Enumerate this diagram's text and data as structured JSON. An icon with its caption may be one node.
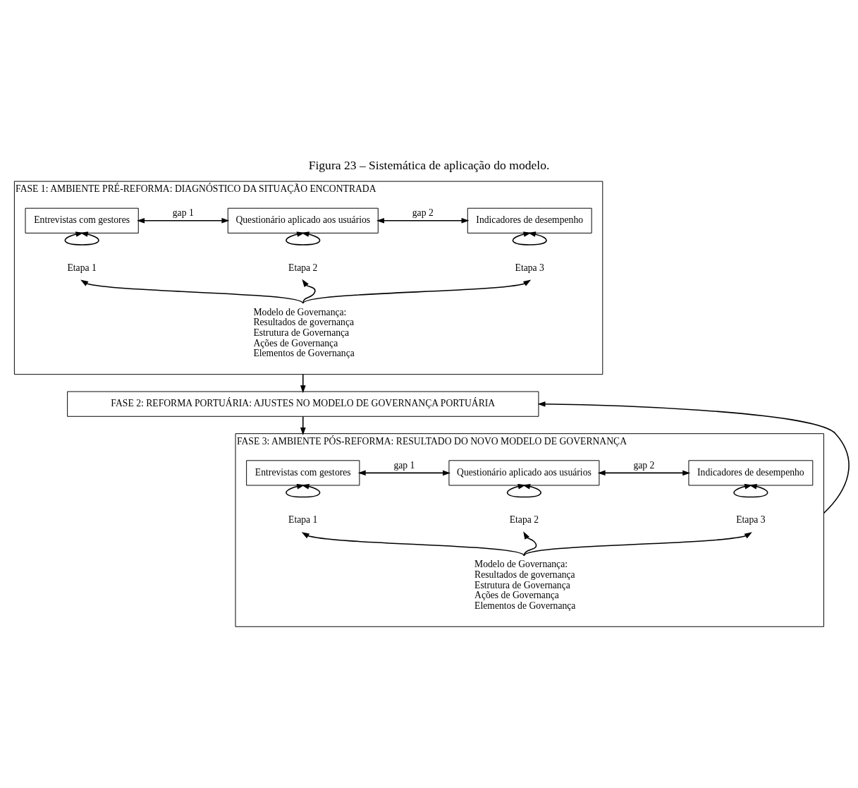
{
  "diagram": {
    "title": "Figura 23 – Sistemática de aplicação do modelo.",
    "nodes": [
      {
        "text": [
          "FASE 1: AMBIENTE PRÉ-REFORMA: DIAGNÓSTICO DA SITUAÇÃO ENCONTRADA"
        ]
      },
      {
        "text": [
          "Entrevistas com gestores"
        ],
        "in": 0
      },
      {
        "text": [
          "Questionário aplicado aos usuários"
        ],
        "in": 0
      },
      {
        "text": [
          "Indicadores de desempenho"
        ],
        "in": 0
      },
      {
        "text": [
          "Etapa 1"
        ],
        "in": 0
      },
      {
        "text": [
          "Etapa 2"
        ],
        "in": 0
      },
      {
        "text": [
          "Etapa 3"
        ],
        "in": 0
      },
      {
        "text": [
          "Modelo de Governança:",
          "Resultados de governança",
          "Estrutura de Governança",
          "Ações de Governança",
          "Elementos de Governança"
        ],
        "in": 0
      },
      {
        "text": [
          "FASE 2: REFORMA PORTUÁRIA: AJUSTES NO MODELO DE GOVERNANÇA PORTUÁRIA"
        ]
      },
      {
        "text": [
          "FASE 3: AMBIENTE PÓS-REFORMA: RESULTADO DO NOVO MODELO DE GOVERNANÇA"
        ]
      },
      {
        "text": [
          "Entrevistas com gestores"
        ],
        "in": 9
      },
      {
        "text": [
          "Questionário aplicado aos usuários"
        ],
        "in": 9
      },
      {
        "text": [
          "Indicadores de desempenho"
        ],
        "in": 9
      },
      {
        "text": [
          "Etapa 1"
        ],
        "in": 9
      },
      {
        "text": [
          "Etapa 2"
        ],
        "in": 9
      },
      {
        "text": [
          "Etapa 3"
        ],
        "in": 9
      },
      {
        "text": [
          "Modelo de Governança:",
          "Resultados de governança",
          "Estrutura de Governança",
          "Ações de Governança",
          "Elementos de Governança"
        ],
        "in": 9
      }
    ],
    "edges": [
      {
        "from": 1,
        "to": 2,
        "arrow": "both",
        "label": "gap 1"
      },
      {
        "from": 2,
        "to": 3,
        "arrow": "both",
        "label": "gap 2"
      },
      {
        "from": 1,
        "to": 1,
        "arrow": "both"
      },
      {
        "from": 2,
        "to": 2,
        "arrow": "both"
      },
      {
        "from": 3,
        "to": 3,
        "arrow": "both"
      },
      {
        "from": 7,
        "to": 4,
        "arrow": "to"
      },
      {
        "from": 7,
        "to": 5,
        "arrow": "to"
      },
      {
        "from": 7,
        "to": 6,
        "arrow": "to"
      },
      {
        "from": 0,
        "to": 8,
        "arrow": "to"
      },
      {
        "from": 8,
        "to": 9,
        "arrow": "to"
      },
      {
        "from": 10,
        "to": 11,
        "arrow": "both",
        "label": "gap 1"
      },
      {
        "from": 11,
        "to": 12,
        "arrow": "both",
        "label": "gap 2"
      },
      {
        "from": 10,
        "to": 10,
        "arrow": "both"
      },
      {
        "from": 11,
        "to": 11,
        "arrow": "both"
      },
      {
        "from": 12,
        "to": 12,
        "arrow": "both"
      },
      {
        "from": 16,
        "to": 13,
        "arrow": "to"
      },
      {
        "from": 16,
        "to": 14,
        "arrow": "to"
      },
      {
        "from": 16,
        "to": 15,
        "arrow": "to"
      },
      {
        "from": 9,
        "to": 8,
        "arrow": "to"
      }
    ]
  }
}
